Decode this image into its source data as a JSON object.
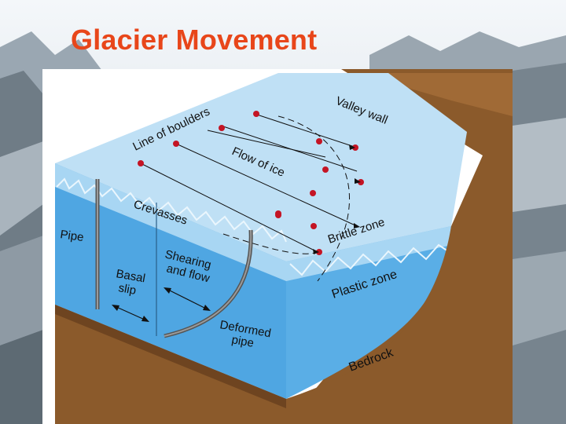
{
  "slide": {
    "title": "Glacier Movement"
  },
  "diagram": {
    "labels": {
      "valley_wall": "Valley wall",
      "line_of_boulders": "Line of boulders",
      "flow_of_ice": "Flow of ice",
      "crevasses": "Crevasses",
      "brittle_zone": "Brittle zone",
      "pipe": "Pipe",
      "shearing_and_flow_1": "Shearing",
      "shearing_and_flow_2": "and flow",
      "basal_slip_1": "Basal",
      "basal_slip_2": "slip",
      "plastic_zone": "Plastic zone",
      "deformed_pipe_1": "Deformed",
      "deformed_pipe_2": "pipe",
      "bedrock": "Bedrock"
    },
    "colors": {
      "title": "#e8461a",
      "ice_top": "#bfe0f5",
      "ice_side": "#5aaee6",
      "ice_front": "#4fa6e2",
      "bedrock": "#8b5a2b",
      "bedrock_dark": "#6e4420",
      "boulder": "#c41424"
    }
  }
}
